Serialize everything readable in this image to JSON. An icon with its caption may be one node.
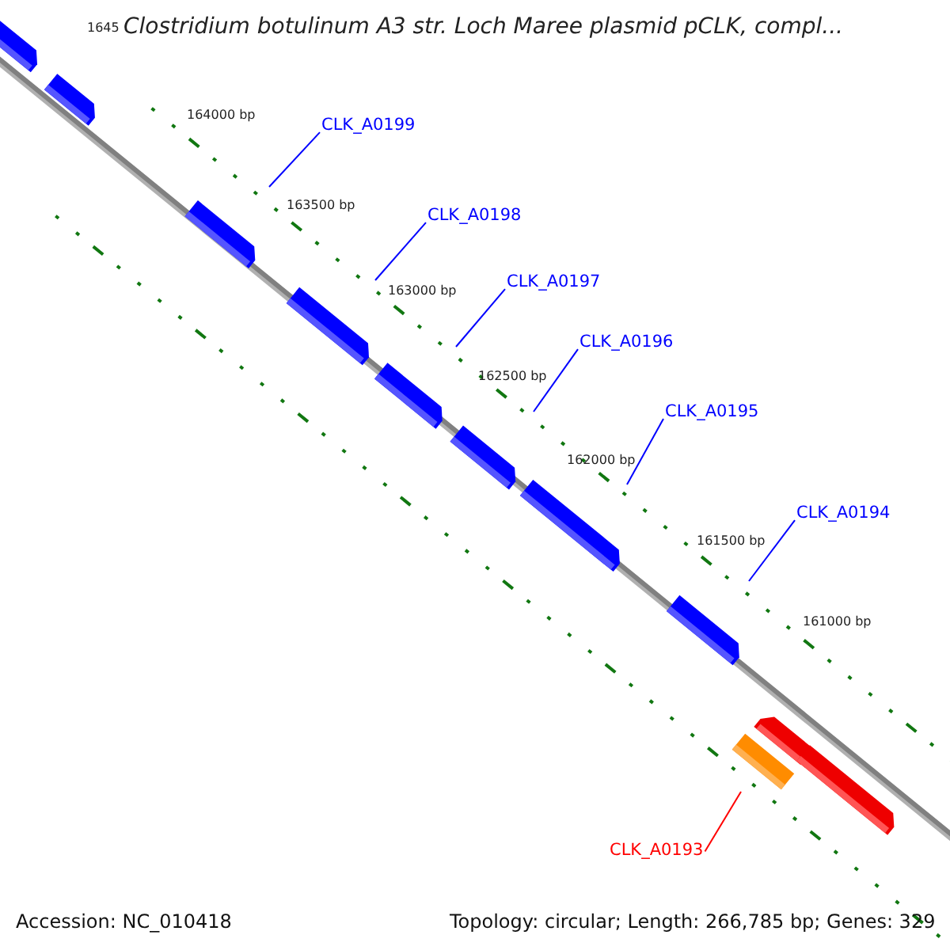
{
  "diagram": {
    "title": "Clostridium botulinum A3 str. Loch Maree plasmid pCLK, compl...",
    "nodes": [
      {
        "text": [
          "CLK_A0199"
        ]
      },
      {
        "text": [
          "CLK_A0198"
        ]
      },
      {
        "text": [
          "CLK_A0197"
        ]
      },
      {
        "text": [
          "CLK_A0196"
        ]
      },
      {
        "text": [
          "CLK_A0195"
        ]
      },
      {
        "text": [
          "CLK_A0194"
        ]
      },
      {
        "text": [
          "CLK_A0193"
        ]
      }
    ],
    "edges": [
      {
        "from": 0,
        "to": null,
        "arrow": "none"
      },
      {
        "from": 1,
        "to": null,
        "arrow": "none"
      },
      {
        "from": 2,
        "to": null,
        "arrow": "none"
      },
      {
        "from": 3,
        "to": null,
        "arrow": "none"
      },
      {
        "from": 4,
        "to": null,
        "arrow": "none"
      },
      {
        "from": 5,
        "to": null,
        "arrow": "none"
      },
      {
        "from": 6,
        "to": null,
        "arrow": "none",
        "color": "#ff0000"
      }
    ],
    "labels": [
      "1645",
      "164000 bp",
      "163500 bp",
      "163000 bp",
      "162500 bp",
      "162000 bp",
      "161500 bp",
      "161000 bp",
      "Accession: NC_010418",
      "Topology: circular; Length: 266,785 bp; Genes: 329"
    ]
  }
}
